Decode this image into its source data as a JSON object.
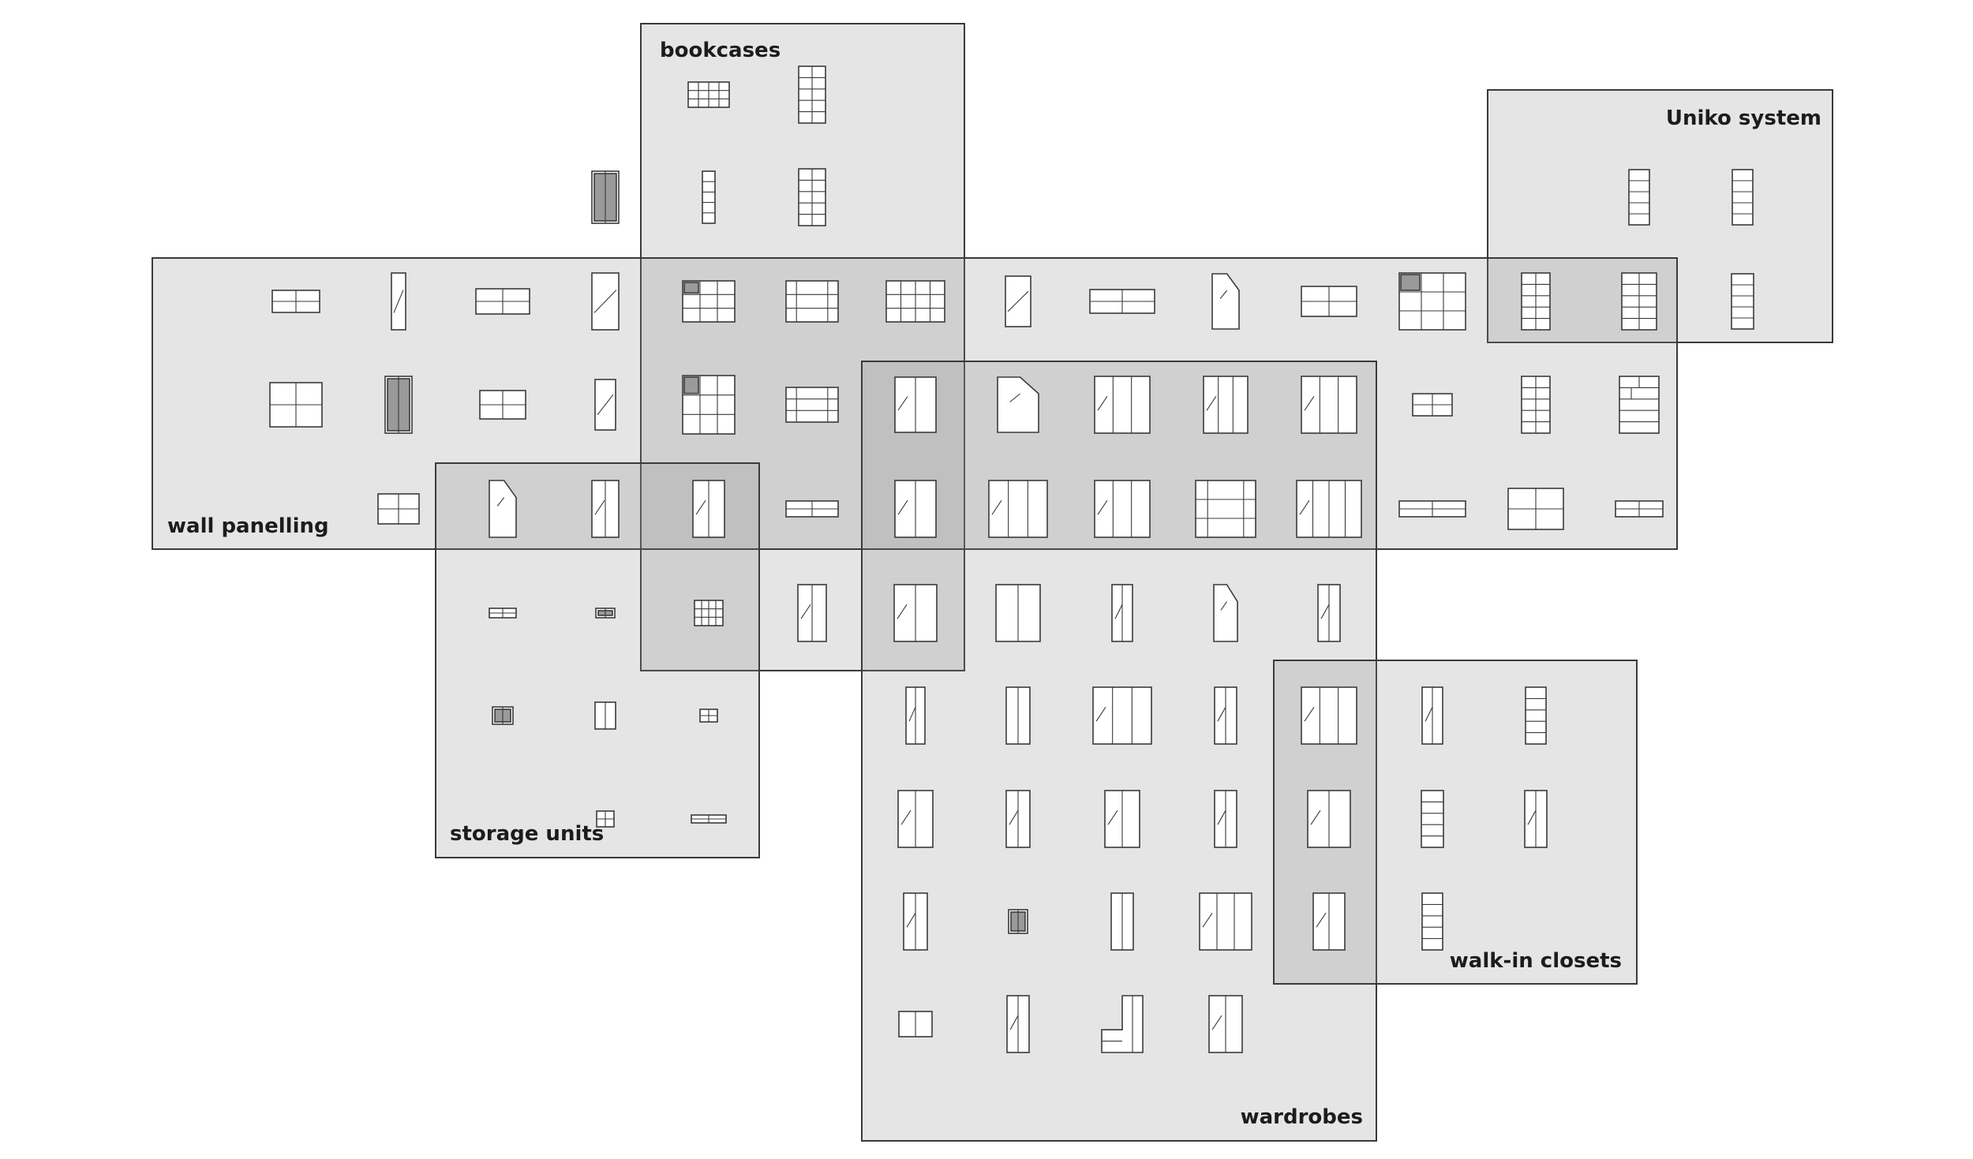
{
  "diagram": {
    "categories": [
      {
        "id": "bookcases",
        "label": "bookcases"
      },
      {
        "id": "uniko",
        "label": "Uniko system"
      },
      {
        "id": "wall",
        "label": "wall panelling"
      },
      {
        "id": "storage",
        "label": "storage units"
      },
      {
        "id": "wardrobes",
        "label": "wardrobes"
      },
      {
        "id": "walkin",
        "label": "walk-in closets"
      }
    ]
  }
}
